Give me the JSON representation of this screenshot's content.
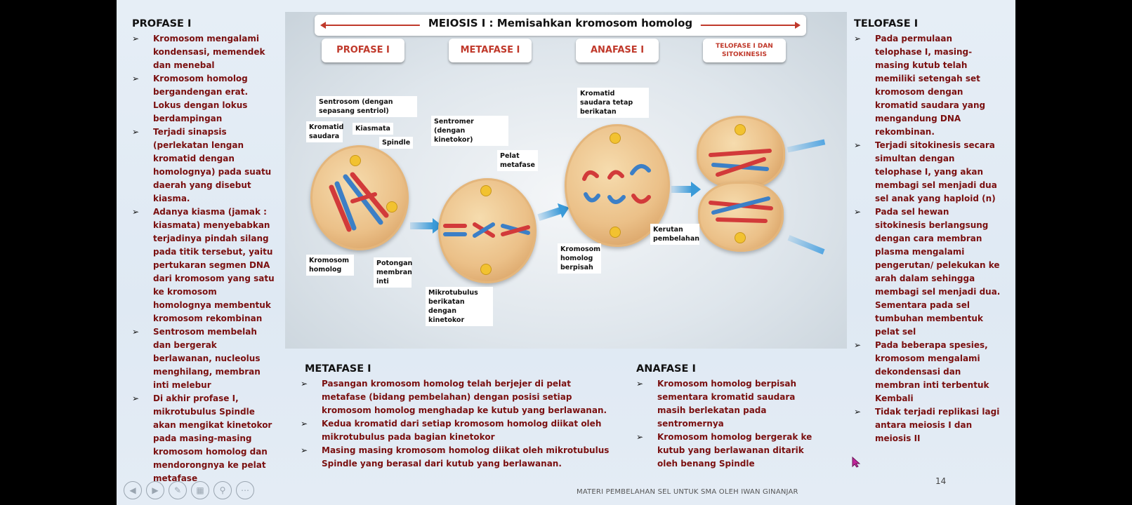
{
  "diagram": {
    "title": "MEIOSIS I : Memisahkan kromosom homolog",
    "phases": [
      "PROFASE I",
      "METAFASE I",
      "ANAFASE I",
      "TELOFASE I DAN SITOKINESIS"
    ],
    "callouts": {
      "sentrosom": "Sentrosom (dengan sepasang sentriol)",
      "kromatid_saudara": "Kromatid saudara",
      "kiasmata": "Kiasmata",
      "spindle": "Spindle",
      "sentromer": "Sentromer (dengan kinetokor)",
      "pelat_metafase": "Pelat metafase",
      "kromatid_tetap": "Kromatid saudara tetap berikatan",
      "kromosom_homolog": "Kromosom homolog",
      "potongan_membran": "Potongan membran inti",
      "mikrotubulus": "Mikrotubulus berikatan dengan kinetokor",
      "kromosom_berpisah": "Kromosom homolog berpisah",
      "kerutan": "Kerutan pembelahan"
    }
  },
  "profase": {
    "heading": "PROFASE I",
    "bullets": [
      "Kromosom mengalami kondensasi, memendek dan menebal",
      "Kromosom homolog bergandengan erat. Lokus dengan lokus berdampingan",
      "Terjadi sinapsis (perlekatan lengan kromatid dengan homolognya) pada suatu daerah yang disebut kiasma.",
      "Adanya kiasma (jamak : kiasmata) menyebabkan terjadinya pindah silang pada titik tersebut, yaitu pertukaran segmen DNA dari kromosom yang satu ke kromosom homolognya membentuk kromosom rekombinan",
      "Sentrosom membelah dan bergerak berlawanan, nucleolus menghilang, membran inti melebur",
      "Di akhir profase I, mikrotubulus Spindle akan mengikat kinetokor pada masing-masing kromosom homolog dan mendorongnya ke pelat metafase"
    ]
  },
  "metafase": {
    "heading": "METAFASE I",
    "bullets": [
      "Pasangan kromosom homolog telah berjejer di pelat metafase (bidang pembelahan) dengan posisi setiap kromosom homolog menghadap ke kutub yang berlawanan.",
      "Kedua kromatid dari setiap kromosom homolog diikat oleh mikrotubulus pada bagian kinetokor",
      "Masing masing kromosom homolog diikat oleh mikrotubulus Spindle yang berasal dari kutub yang berlawanan."
    ]
  },
  "anafase": {
    "heading": "ANAFASE I",
    "bullets": [
      "Kromosom homolog berpisah sementara kromatid saudara masih berlekatan pada sentromernya",
      "Kromosom homolog bergerak ke kutub yang berlawanan ditarik oleh benang Spindle"
    ]
  },
  "telofase": {
    "heading": "TELOFASE I",
    "bullets": [
      "Pada permulaan telophase I, masing-masing kutub telah memiliki setengah set kromosom dengan kromatid saudara yang mengandung DNA rekombinan.",
      "Terjadi sitokinesis secara simultan dengan telophase I, yang akan membagi sel menjadi dua sel anak yang haploid (n)",
      "Pada sel hewan sitokinesis berlangsung dengan cara membran plasma mengalami pengerutan/ pelekukan ke arah dalam sehingga membagi sel menjadi dua. Sementara pada sel tumbuhan membentuk pelat sel",
      "Pada beberapa spesies, kromosom mengalami dekondensasi dan membran inti terbentuk Kembali",
      "Tidak terjadi replikasi lagi antara meiosis I dan meiosis II"
    ]
  },
  "footer": "MATERI PEMBELAHAN SEL UNTUK SMA OLEH IWAN GINANJAR",
  "page_number": "14",
  "colors": {
    "bullet_text": "#7a1010",
    "phase_label": "#c0392b",
    "flow_arrow": "#3a9ad8"
  },
  "toolbar_icons": [
    "prev-icon",
    "next-icon",
    "pen-icon",
    "slides-icon",
    "zoom-icon",
    "more-icon"
  ]
}
